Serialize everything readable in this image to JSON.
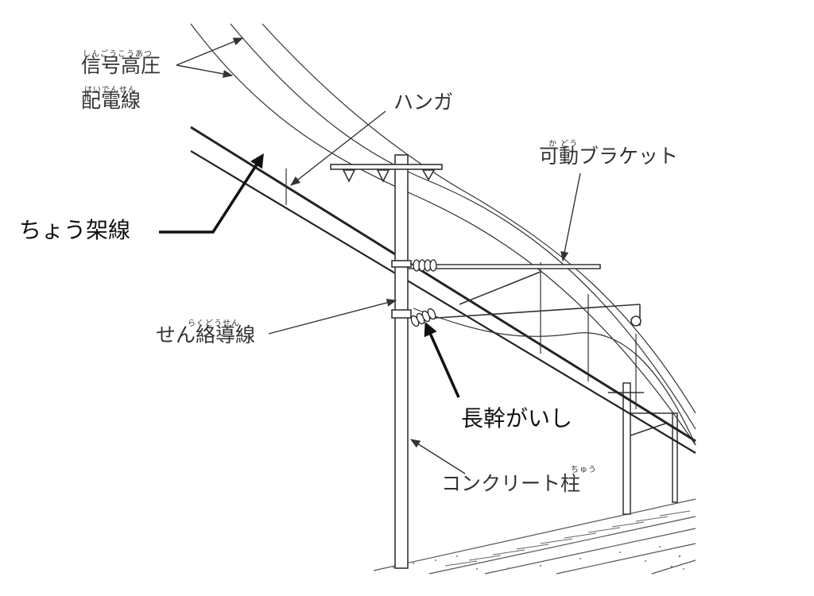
{
  "labels": {
    "signal_hv": {
      "text": "信号高圧",
      "ruby": "しんごうこうあつ"
    },
    "distribution": {
      "text": "配電線",
      "ruby": "はいでんせん"
    },
    "hanger": {
      "text": "ハンガ"
    },
    "movable_bracket": {
      "text": "可動ブラケット",
      "ruby": "か どう"
    },
    "messenger": {
      "text": "ちょう架線"
    },
    "contact_wire": {
      "text": "せん絡導線",
      "ruby": "らくどうせん"
    },
    "insulator": {
      "text": "長幹がいし"
    },
    "concrete_pole": {
      "text": "コンクリート柱",
      "ruby": "ちゅう"
    }
  },
  "colors": {
    "line": "#333333",
    "arrow_bold": "#111111",
    "text": "#222222"
  }
}
